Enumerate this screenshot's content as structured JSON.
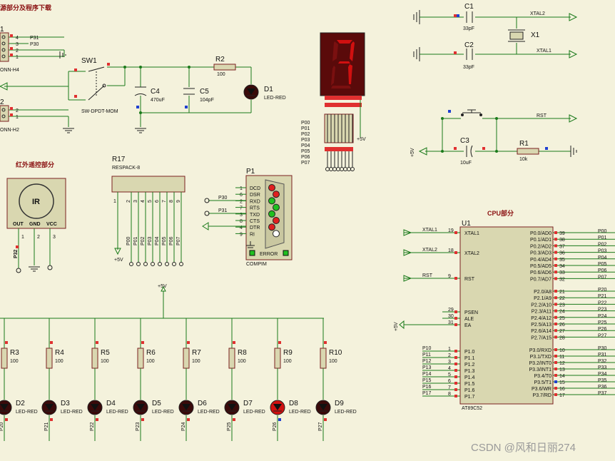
{
  "titles": {
    "download": "源部分及程序下载",
    "ir": "红外遥控部分",
    "cpu": "CPU部分"
  },
  "conn_h4": {
    "ref": "1",
    "name": "ONN-H4",
    "pins": [
      "4",
      "3",
      "2",
      "1"
    ],
    "nets": [
      "P31",
      "P30"
    ]
  },
  "conn_h2": {
    "ref": "2",
    "name": "ONN-H2",
    "pins": [
      "2",
      "1"
    ]
  },
  "sw1": {
    "ref": "SW1",
    "name": "SW-DPDT-MOM"
  },
  "c4": {
    "ref": "C4",
    "value": "470uF"
  },
  "c5": {
    "ref": "C5",
    "value": "104pF"
  },
  "r2": {
    "ref": "R2",
    "value": "100"
  },
  "d1": {
    "ref": "D1",
    "value": "LED-RED"
  },
  "seg": {
    "ports": [
      "P00",
      "P01",
      "P02",
      "P03",
      "P04",
      "P05",
      "P06",
      "P07"
    ],
    "vcc": "+5V"
  },
  "ir": {
    "label": "IR",
    "pins": [
      "OUT",
      "GND",
      "VCC"
    ],
    "pin_nums": [
      "1",
      "2",
      "3"
    ],
    "net": "P32"
  },
  "r17": {
    "ref": "R17",
    "name": "RESPACK-8",
    "pin1": "1",
    "pins": [
      "2",
      "3",
      "4",
      "5",
      "6",
      "7",
      "8",
      "9"
    ],
    "nets": [
      "P00",
      "P01",
      "P02",
      "P03",
      "P04",
      "P05",
      "P06",
      "P07"
    ],
    "vcc": "+5V"
  },
  "p1": {
    "ref": "P1",
    "name": "COMPIM",
    "signals": [
      "DCD",
      "DSR",
      "RXD",
      "RTS",
      "TXD",
      "CTS",
      "DTR",
      "RI"
    ],
    "pin_nums": [
      "1",
      "6",
      "2",
      "7",
      "3",
      "8",
      "4",
      "9"
    ],
    "nets": [
      "P30",
      "P31"
    ],
    "error": "ERROR"
  },
  "clock": {
    "c1": {
      "ref": "C1",
      "value": "33pF"
    },
    "c2": {
      "ref": "C2",
      "value": "33pF"
    },
    "x1": "X1",
    "xtal2": "XTAL2",
    "xtal1": "XTAL1"
  },
  "reset": {
    "rst": "RST",
    "c3": {
      "ref": "C3",
      "value": "10uF"
    },
    "r1": {
      "ref": "R1",
      "value": "10k"
    },
    "vcc": "+5V"
  },
  "u1": {
    "ref": "U1",
    "part": "AT89C52",
    "left": [
      {
        "net": "XTAL1",
        "num": "19",
        "label": "XTAL1"
      },
      {
        "net": "XTAL2",
        "num": "18",
        "label": "XTAL2"
      },
      {
        "net": "RST",
        "num": "9",
        "label": "RST"
      },
      {
        "net": "",
        "num": "29",
        "label": "PSEN"
      },
      {
        "net": "",
        "num": "30",
        "label": "ALE"
      },
      {
        "net": "",
        "num": "31",
        "label": "EA"
      },
      {
        "net": "P10",
        "num": "1",
        "label": "P1.0"
      },
      {
        "net": "P11",
        "num": "2",
        "label": "P1.1"
      },
      {
        "net": "P12",
        "num": "3",
        "label": "P1.2"
      },
      {
        "net": "P13",
        "num": "4",
        "label": "P1.3"
      },
      {
        "net": "P14",
        "num": "5",
        "label": "P1.4"
      },
      {
        "net": "P15",
        "num": "6",
        "label": "P1.5"
      },
      {
        "net": "P16",
        "num": "7",
        "label": "P1.6"
      },
      {
        "net": "P17",
        "num": "8",
        "label": "P1.7"
      }
    ],
    "ea_net": "+5V",
    "right": [
      {
        "label": "P0.0/AD0",
        "num": "39",
        "net": "P00"
      },
      {
        "label": "P0.1/AD1",
        "num": "38",
        "net": "P01"
      },
      {
        "label": "P0.2/AD2",
        "num": "37",
        "net": "P02"
      },
      {
        "label": "P0.3/AD3",
        "num": "36",
        "net": "P03"
      },
      {
        "label": "P0.4/AD4",
        "num": "35",
        "net": "P04"
      },
      {
        "label": "P0.5/AD5",
        "num": "34",
        "net": "P05"
      },
      {
        "label": "P0.6/AD6",
        "num": "33",
        "net": "P06"
      },
      {
        "label": "P0.7/AD7",
        "num": "32",
        "net": "P07"
      },
      {
        "label": "P2.0/A8",
        "num": "21",
        "net": "P20"
      },
      {
        "label": "P2.1/A9",
        "num": "22",
        "net": "P21"
      },
      {
        "label": "P2.2/A10",
        "num": "23",
        "net": "P22"
      },
      {
        "label": "P2.3/A11",
        "num": "24",
        "net": "P23"
      },
      {
        "label": "P2.4/A12",
        "num": "25",
        "net": "P24"
      },
      {
        "label": "P2.5/A13",
        "num": "26",
        "net": "P25"
      },
      {
        "label": "P2.6/A14",
        "num": "27",
        "net": "P26"
      },
      {
        "label": "P2.7/A15",
        "num": "28",
        "net": "P27"
      },
      {
        "label": "P3.0/RXD",
        "num": "10",
        "net": "P30"
      },
      {
        "label": "P3.1/TXD",
        "num": "11",
        "net": "P31"
      },
      {
        "label": "P3.2/INT0",
        "num": "12",
        "net": "P32"
      },
      {
        "label": "P3.3/INT1",
        "num": "13",
        "net": "P33"
      },
      {
        "label": "P3.4/T0",
        "num": "14",
        "net": "P34"
      },
      {
        "label": "P3.5/T1",
        "num": "15",
        "net": "P35"
      },
      {
        "label": "P3.6/WR",
        "num": "16",
        "net": "P36"
      },
      {
        "label": "P3.7/RD",
        "num": "17",
        "net": "P37"
      }
    ]
  },
  "led_bank": {
    "vcc": "+5V",
    "resistors": [
      "R3",
      "R4",
      "R5",
      "R6",
      "R7",
      "R8",
      "R9",
      "R10"
    ],
    "r_value": "100",
    "leds": [
      "D2",
      "D3",
      "D4",
      "D5",
      "D6",
      "D7",
      "D8",
      "D9"
    ],
    "led_value": "LED-RED",
    "nets": [
      "P20",
      "P21",
      "P22",
      "P23",
      "P24",
      "P25",
      "P26",
      "P27"
    ],
    "lit_index": 6
  },
  "watermark": "CSDN @风和日丽274",
  "colors": {
    "wire": "#1a7a1a",
    "component": "#7a2020",
    "body": "#d9d7b0",
    "pin_red": "#e03030",
    "pin_blue": "#2040d0",
    "led_off": "#3a0a0a",
    "led_on": "#d01010"
  }
}
